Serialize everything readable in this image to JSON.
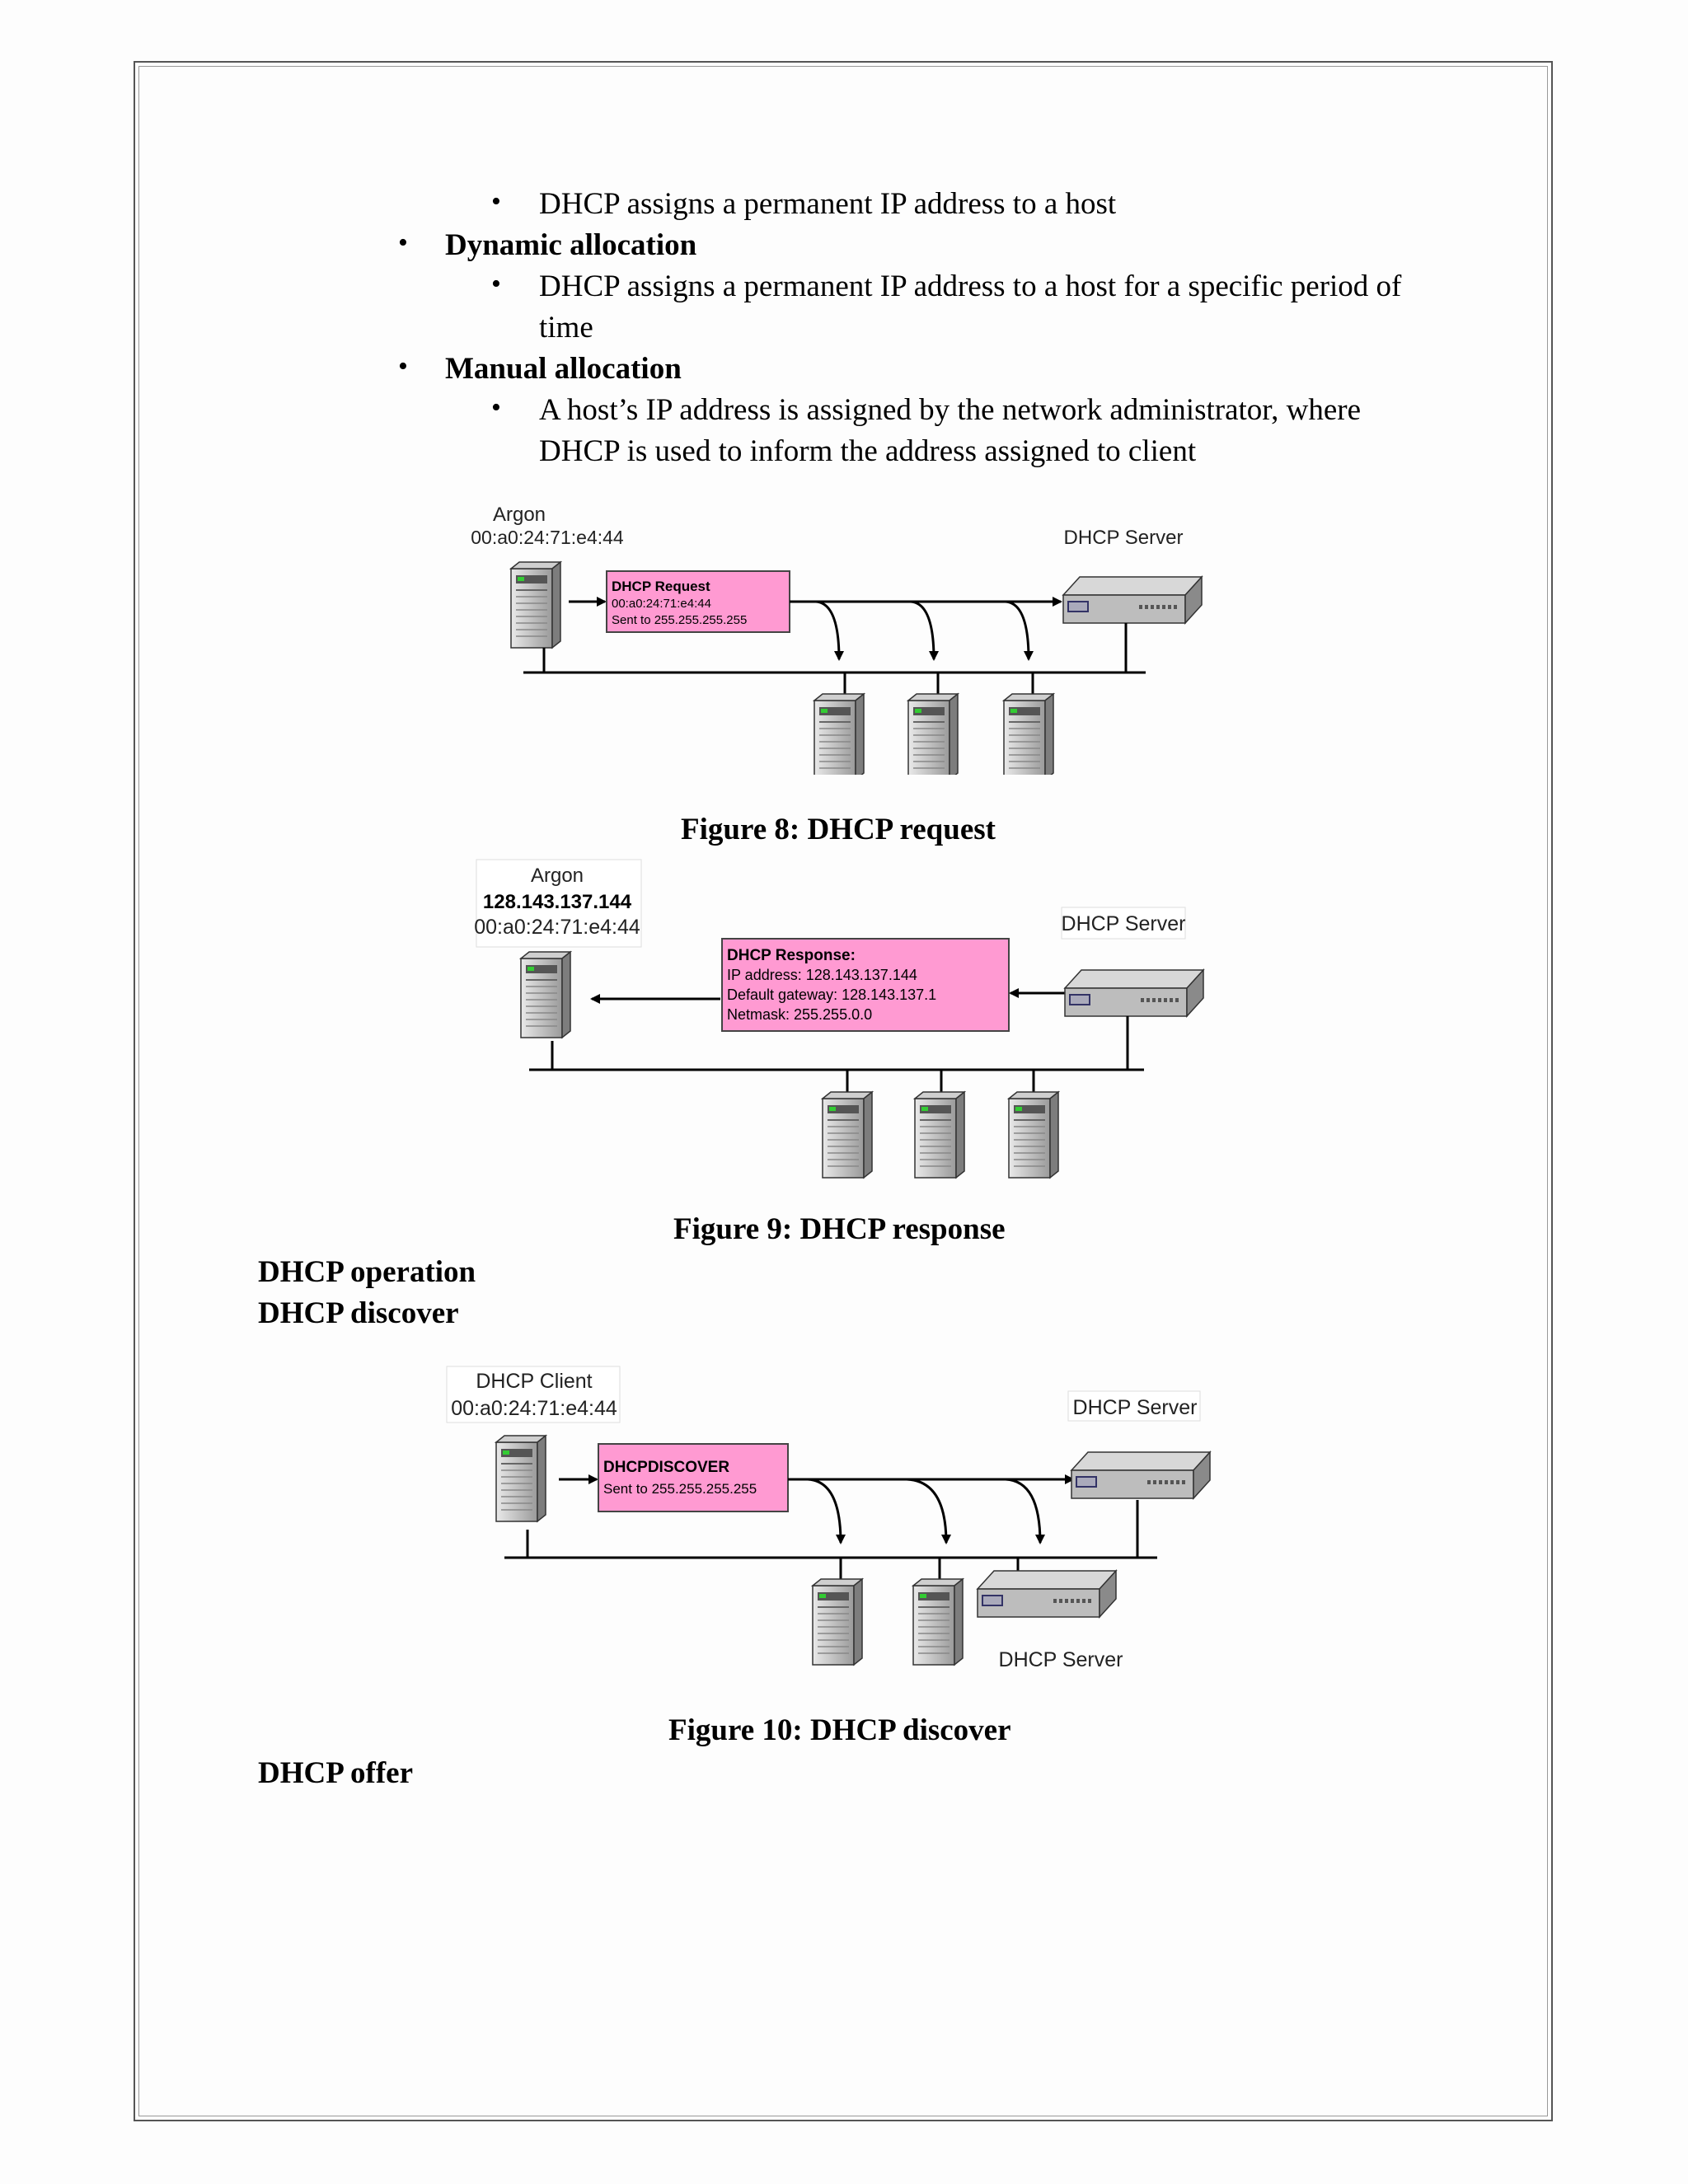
{
  "list": {
    "item0_sub": "DHCP assigns a permanent IP address to a host",
    "dynamic_title": "Dynamic allocation",
    "dynamic_sub_l1": "DHCP assigns a permanent IP address to a host for a specific period of",
    "dynamic_sub_l2": "time",
    "manual_title": "Manual allocation",
    "manual_sub_l1": "A host’s IP address is assigned by the network administrator, where",
    "manual_sub_l2": "DHCP  is used to inform the address assigned to client",
    "bullet": "•"
  },
  "fig8": {
    "host_name": "Argon",
    "host_mac": "00:a0:24:71:e4:44",
    "server": "DHCP Server",
    "msg_title": "DHCP Request",
    "msg_line1": "00:a0:24:71:e4:44",
    "msg_line2": "Sent to 255.255.255.255",
    "caption": "Figure 8: DHCP request"
  },
  "fig9": {
    "host_name": "Argon",
    "host_ip": "128.143.137.144",
    "host_mac": "00:a0:24:71:e4:44",
    "server": "DHCP Server",
    "msg_title": "DHCP  Response:",
    "msg_line1": "IP address: 128.143.137.144",
    "msg_line2": "Default gateway: 128.143.137.1",
    "msg_line3": "Netmask: 255.255.0.0",
    "caption": "Figure 9: DHCP response"
  },
  "headings": {
    "operation": "DHCP operation",
    "discover": "DHCP discover",
    "offer": "DHCP offer"
  },
  "fig10": {
    "client_name": "DHCP Client",
    "client_mac": "00:a0:24:71:e4:44",
    "server_top": "DHCP Server",
    "server_bottom": "DHCP Server",
    "msg_title": "DHCPDISCOVER",
    "msg_line1": "Sent to 255.255.255.255",
    "caption": "Figure 10: DHCP discover"
  },
  "colors": {
    "message_box": "#ff9ad2",
    "line": "#000000"
  }
}
